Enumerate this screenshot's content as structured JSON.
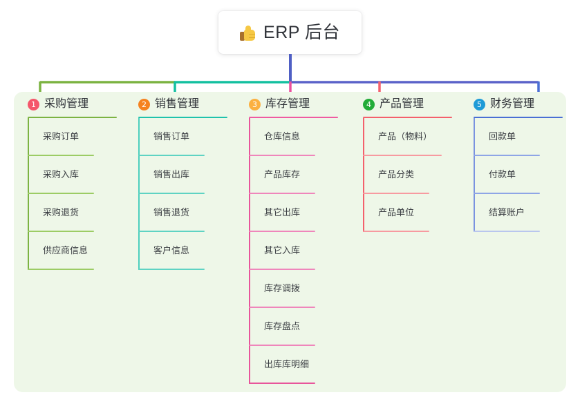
{
  "root": {
    "icon": "thumbs-up-emoji",
    "title": "ERP 后台"
  },
  "panel": {
    "background_color": "#eef7e8"
  },
  "connector_colors": {
    "root_stem": "#4f5fc4",
    "bar_segment_1": "#7cb342",
    "bar_segment_2": "#14c0a0",
    "bar_segment_3": "#5b63c9",
    "drop_1": "#7cb342",
    "drop_2": "#14c0a0",
    "drop_3": "#ed4e9c",
    "drop_4": "#f4606c",
    "drop_5": "#4a6fd4"
  },
  "columns": [
    {
      "number": "1",
      "title": "采购管理",
      "badge_color": "#f4566b",
      "line_color": "#7cb342",
      "items": [
        {
          "label": "采购订单"
        },
        {
          "label": "采购入库"
        },
        {
          "label": "采购退货"
        },
        {
          "label": "供应商信息"
        }
      ]
    },
    {
      "number": "2",
      "title": "销售管理",
      "badge_color": "#f5821f",
      "line_color": "#1fc2ac",
      "items": [
        {
          "label": "销售订单"
        },
        {
          "label": "销售出库"
        },
        {
          "label": "销售退货"
        },
        {
          "label": "客户信息"
        }
      ]
    },
    {
      "number": "3",
      "title": "库存管理",
      "badge_color": "#fbb040",
      "line_color": "#ef5ba1",
      "items": [
        {
          "label": "仓库信息"
        },
        {
          "label": "产品库存"
        },
        {
          "label": "其它出库"
        },
        {
          "label": "其它入库"
        },
        {
          "label": "库存调拨"
        },
        {
          "label": "库存盘点"
        },
        {
          "label": "出库库明细"
        }
      ]
    },
    {
      "number": "4",
      "title": "产品管理",
      "badge_color": "#22ac38",
      "line_color": "#f4606c",
      "items": [
        {
          "label": "产品（物料）",
          "wide": true
        },
        {
          "label": "产品分类"
        },
        {
          "label": "产品单位"
        }
      ]
    },
    {
      "number": "5",
      "title": "财务管理",
      "badge_color": "#1e9bd7",
      "line_color": "#4a6fd4",
      "items": [
        {
          "label": "回款单"
        },
        {
          "label": "付款单"
        },
        {
          "label": "结算账户"
        }
      ]
    }
  ]
}
